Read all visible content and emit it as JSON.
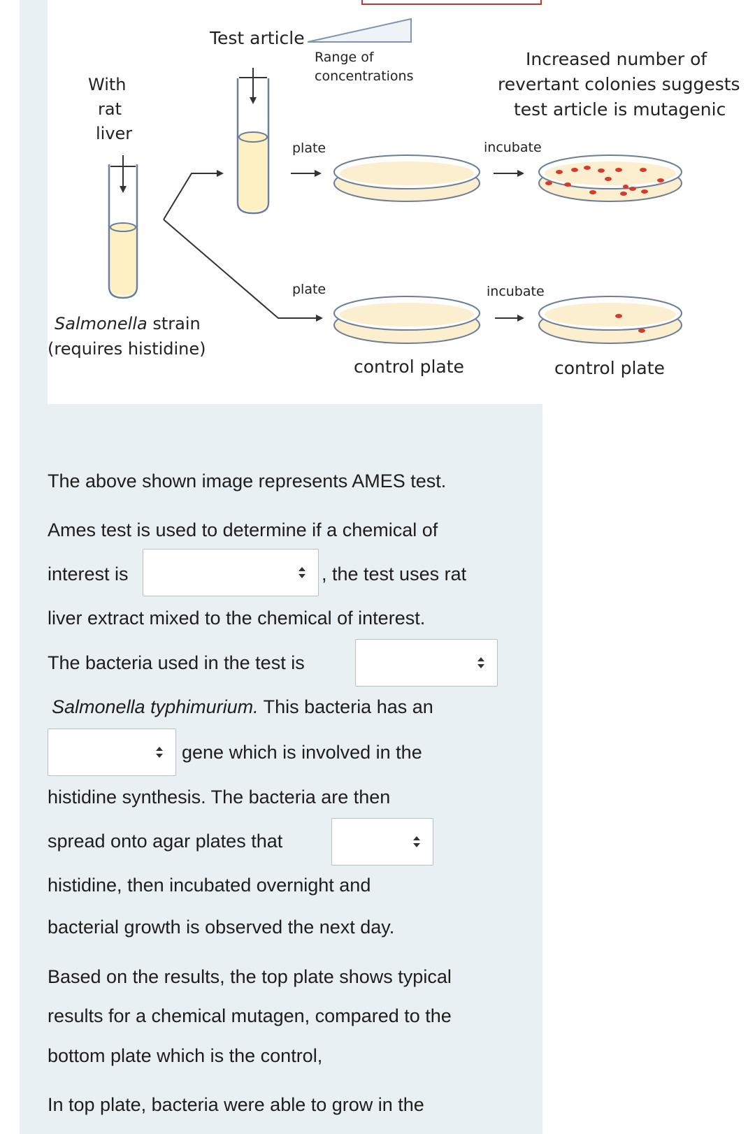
{
  "diagram": {
    "test_article": "Test article",
    "range_label_1": "Range of",
    "range_label_2": "concentrations",
    "with_label": [
      "With",
      "rat",
      "liver"
    ],
    "salmonella_label": "Salmonella",
    "strain_label": " strain",
    "requires_label": "(requires histidine)",
    "plate_label": "plate",
    "incubate_label": "incubate",
    "increased_label": [
      "Increased number of",
      "revertant colonies suggests",
      "test article is mutagenic"
    ],
    "control_plate_label": "control plate",
    "colors": {
      "dish_fill": "#fbefd0",
      "dish_stroke": "#6d7f97",
      "colony": "#d63a2c",
      "tube_fill": "#fdf1c4"
    }
  },
  "question": {
    "p1": "The above shown image represents AMES test.",
    "l1": "Ames test is used to determine if a chemical of",
    "l2a": "interest is",
    "l2b": ", the test uses rat",
    "l3": "liver extract mixed to the chemical of interest.",
    "l4a": "The bacteria used in the test is",
    "l5a": "Salmonella typhimurium.",
    "l5b": " This bacteria has an",
    "l6b": "gene which is involved in the",
    "l7": "histidine synthesis. The bacteria are then",
    "l8a": "spread onto agar plates that",
    "l9": "histidine, then incubated overnight and",
    "l10": "bacterial growth is observed the next day.",
    "p2_1": "Based on the results, the top plate shows typical",
    "p2_2": "results for a chemical mutagen, compared to the",
    "p2_3": "bottom plate which is the control,",
    "p3": "In top plate, bacteria were able to grow in the"
  },
  "dropdowns": {
    "dropdown_1": "",
    "dropdown_2": "",
    "dropdown_3": "",
    "dropdown_4": ""
  }
}
